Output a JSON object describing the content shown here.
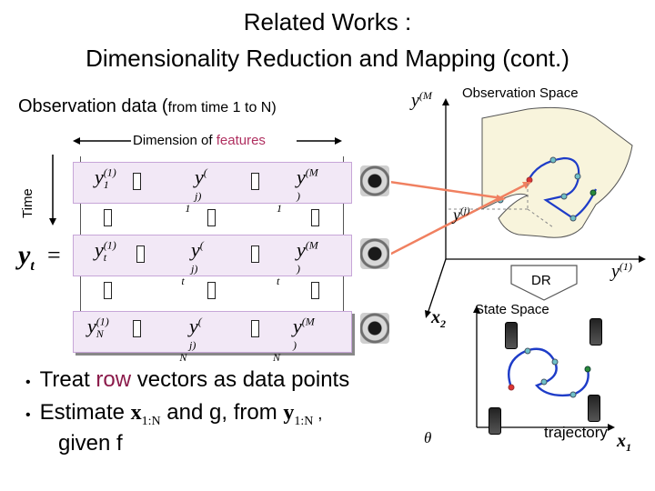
{
  "title": {
    "line1": "Related Works :",
    "line2": "Dimensionality Reduction and Mapping (cont.)"
  },
  "observation_heading": {
    "main": "Observation data (",
    "small": "from time 1 to N)"
  },
  "matrix": {
    "dimension_label": "Dimension of ",
    "features_word": "features",
    "time_label": "Time",
    "yt": "y",
    "yt_sub": "t",
    "equals": "=",
    "rows": [
      {
        "base": "y",
        "sub": "1",
        "sups": [
          "(1)",
          "( j)",
          "(M )"
        ]
      },
      {
        "base": "y",
        "sub": "t",
        "sups": [
          "(1)",
          "( j)",
          "(M )"
        ]
      },
      {
        "base": "y",
        "sub": "N",
        "sups": [
          "(1)",
          "( j)",
          "(M )"
        ]
      }
    ]
  },
  "observation_space": {
    "label": "Observation Space",
    "axis_top": "y",
    "axis_top_sup": "(M",
    "axis_mid": "y",
    "axis_mid_sup": "(j)",
    "axis_right": "y",
    "axis_right_sup": "(1)"
  },
  "dr_label": "DR",
  "state_space": {
    "label": "State Space",
    "axis_x2": "x",
    "axis_x2_sub": "2",
    "axis_x1": "x",
    "axis_x1_sub": "1",
    "trajectory_label": "trajectory",
    "theta": "θ"
  },
  "bullets": {
    "b1_pre": "Treat ",
    "b1_row": "row",
    "b1_post": " vectors as data points",
    "b2_pre": "Estimate ",
    "b2_x": "x",
    "b2_x_sub": "1:N",
    "b2_mid": " and g, from ",
    "b2_y": "y",
    "b2_y_sub": "1:N",
    "b2_end": " ,",
    "b3": "given f"
  },
  "colors": {
    "row_word": "#8b1a4a",
    "features_word": "#b03060",
    "arrow_orange": "#f08060",
    "trajectory_blue": "#1e3cc8",
    "band_fill": "#f2e8f6"
  }
}
